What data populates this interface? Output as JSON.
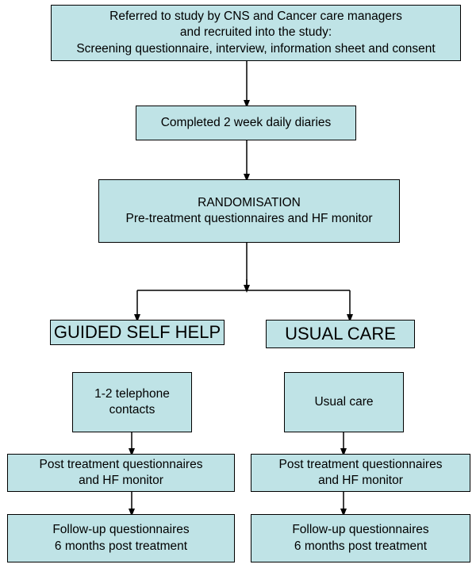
{
  "recruitment": {
    "line1": "Referred to study by CNS and Cancer care managers",
    "line2": "and recruited into the study:",
    "line3": "Screening questionnaire, interview, information sheet and consent"
  },
  "diaries": {
    "line1": "Completed 2 week daily diaries"
  },
  "randomisation": {
    "line1": "RANDOMISATION",
    "line2": "Pre-treatment questionnaires and HF monitor"
  },
  "guided": {
    "title": "GUIDED SELF HELP",
    "step1": {
      "line1": "1-2 telephone",
      "line2": "contacts"
    },
    "step2": {
      "line1": "Post treatment questionnaires",
      "line2": "and HF monitor"
    },
    "step3": {
      "line1": "Follow-up questionnaires",
      "line2": "6 months post treatment"
    }
  },
  "usual": {
    "title": "USUAL CARE",
    "step1": {
      "line1": "Usual care"
    },
    "step2": {
      "line1": "Post treatment questionnaires",
      "line2": "and HF monitor"
    },
    "step3": {
      "line1": "Follow-up questionnaires",
      "line2": "6 months post treatment"
    }
  },
  "colors": {
    "box_fill": "#bfe3e6",
    "border": "#000000"
  }
}
